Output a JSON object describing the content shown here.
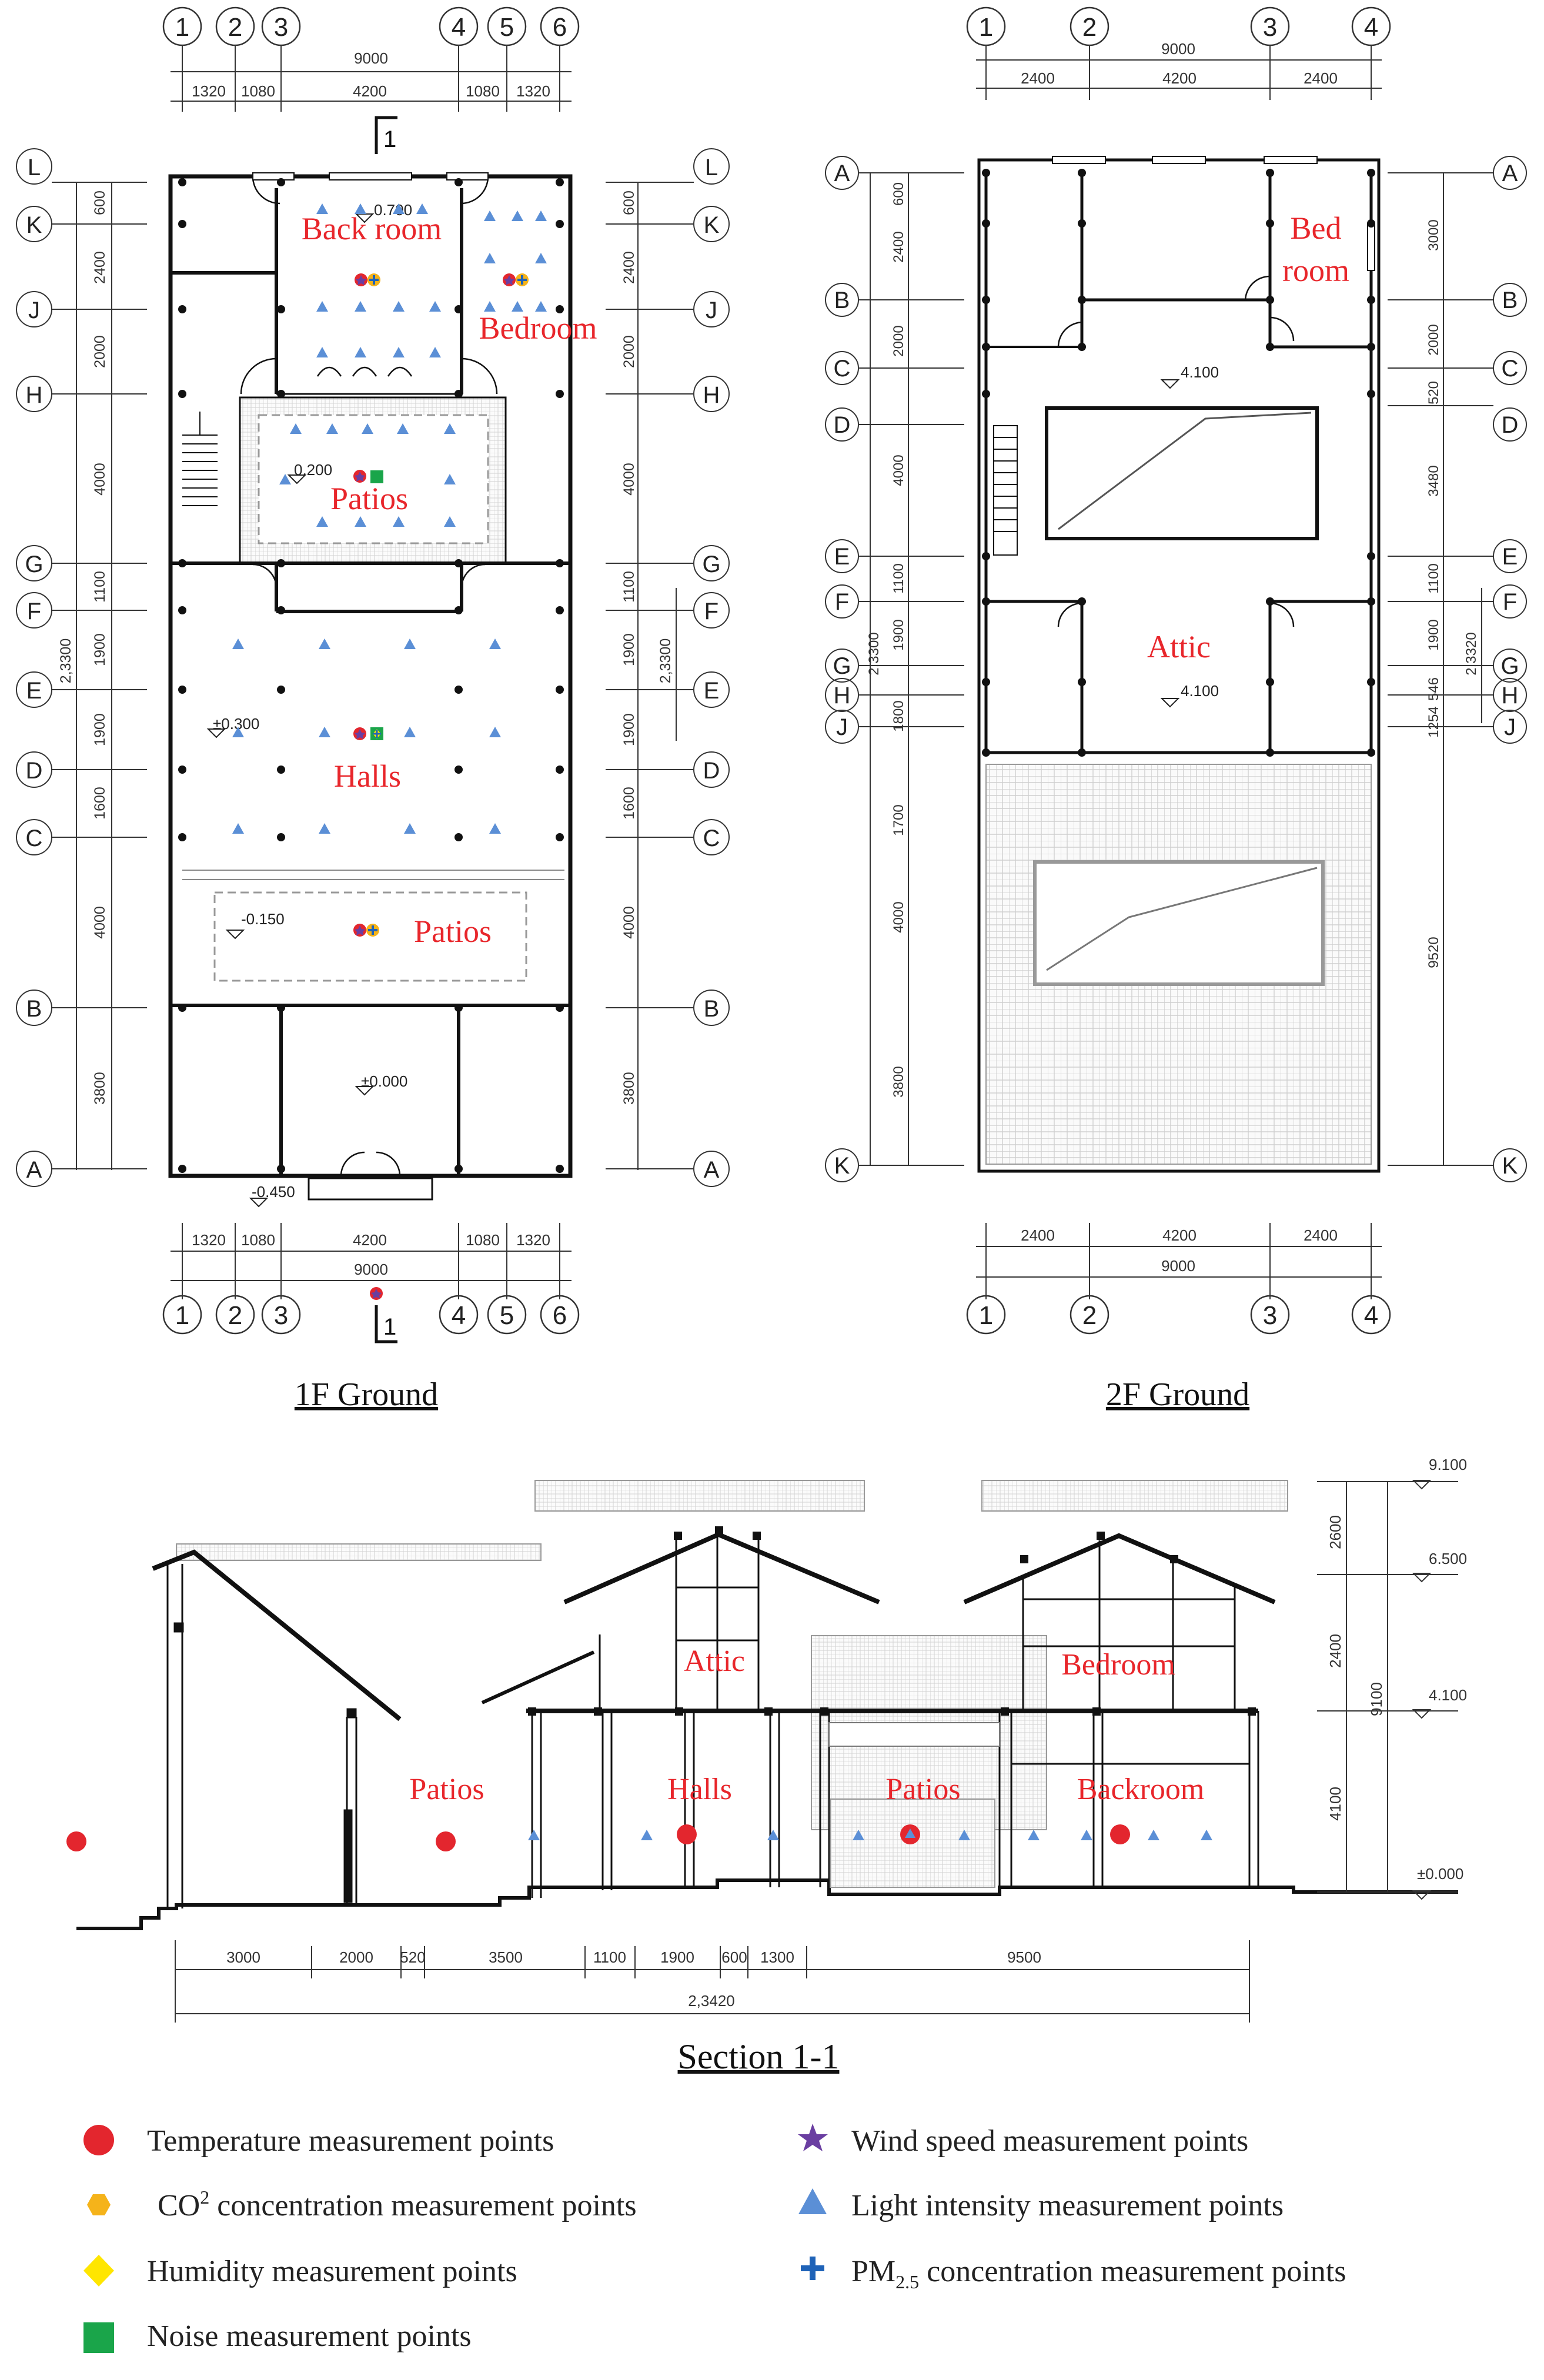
{
  "plan1": {
    "caption": "1F Ground",
    "col_labels": [
      "1",
      "2",
      "3",
      "4",
      "5",
      "6"
    ],
    "row_labels": [
      "L",
      "K",
      "J",
      "H",
      "G",
      "F",
      "E",
      "D",
      "C",
      "B",
      "A"
    ],
    "dim_total": "9000",
    "dim_parts": [
      "1320",
      "1080",
      "4200",
      "1080",
      "1320"
    ],
    "dim_parts_bottom": [
      "1320",
      "1080",
      "4200",
      "1080",
      "1320"
    ],
    "row_dims": [
      "600",
      "2400",
      "2000",
      "4000",
      "1100",
      "1900",
      "1900",
      "1600",
      "4000",
      "3800"
    ],
    "total_vertical": "2,3300",
    "section_mark": "1",
    "levels": [
      "0.700",
      "0.200",
      "±0.300",
      "-0.150",
      "±0.000",
      "-0.450"
    ],
    "rooms": {
      "back_room": "Back room",
      "bedroom": "Bedroom",
      "patios_upper": "Patios",
      "halls": "Halls",
      "patios_lower": "Patios"
    }
  },
  "plan2": {
    "caption": "2F Ground",
    "col_labels": [
      "1",
      "2",
      "3",
      "4"
    ],
    "row_labels_left": [
      "A",
      "B",
      "C",
      "D",
      "E",
      "F",
      "G",
      "H",
      "J",
      "K"
    ],
    "row_labels_right": [
      "A",
      "B",
      "C",
      "D",
      "E",
      "F",
      "G",
      "H",
      "J",
      "K"
    ],
    "dim_total": "9000",
    "dim_parts": [
      "2400",
      "4200",
      "2400"
    ],
    "left_dims": [
      "600",
      "2400",
      "2000",
      "4000",
      "1100",
      "1900",
      "1800",
      "1700",
      "4000",
      "3800"
    ],
    "right_dims": [
      "3000",
      "2000",
      "520",
      "3480",
      "1100",
      "1900",
      "546",
      "1254",
      "9520"
    ],
    "total_vertical": "2,3300",
    "total_vertical_right": "2,3320",
    "levels": [
      "4.100",
      "4.100"
    ],
    "rooms": {
      "bedroom_l1": "Bed",
      "bedroom_l2": "room",
      "attic": "Attic"
    }
  },
  "section": {
    "caption": "Section 1-1",
    "rooms": [
      "Attic",
      "Bedroom",
      "Patios",
      "Halls",
      "Patios",
      "Backroom"
    ],
    "dims": [
      "3000",
      "2000",
      "520",
      "3500",
      "1100",
      "1900",
      "600",
      "1300",
      "9500"
    ],
    "total": "2,3420",
    "heights": [
      "2600",
      "2400",
      "4100"
    ],
    "total_height": "9100",
    "levels": [
      "9.100",
      "6.500",
      "4.100",
      "±0.000"
    ]
  },
  "legend": {
    "temperature": "Temperature measurement points",
    "co2_prefix": "CO",
    "co2_sup": "2",
    "co2_suffix": " concentration measurement points",
    "humidity": "Humidity measurement points",
    "noise": "Noise measurement points",
    "wind": "Wind speed measurement points",
    "light": "Light intensity measurement points",
    "pm_prefix": "PM",
    "pm_sub": "2.5",
    "pm_suffix": " concentration measurement points"
  },
  "colors": {
    "temperature": "#e3262e",
    "co2": "#f5b31a",
    "humidity": "#ffe600",
    "noise": "#1aa54a",
    "wind": "#6a3ea1",
    "light": "#5b8fd6",
    "pm": "#1f63b8",
    "room_label": "#e8262b"
  }
}
